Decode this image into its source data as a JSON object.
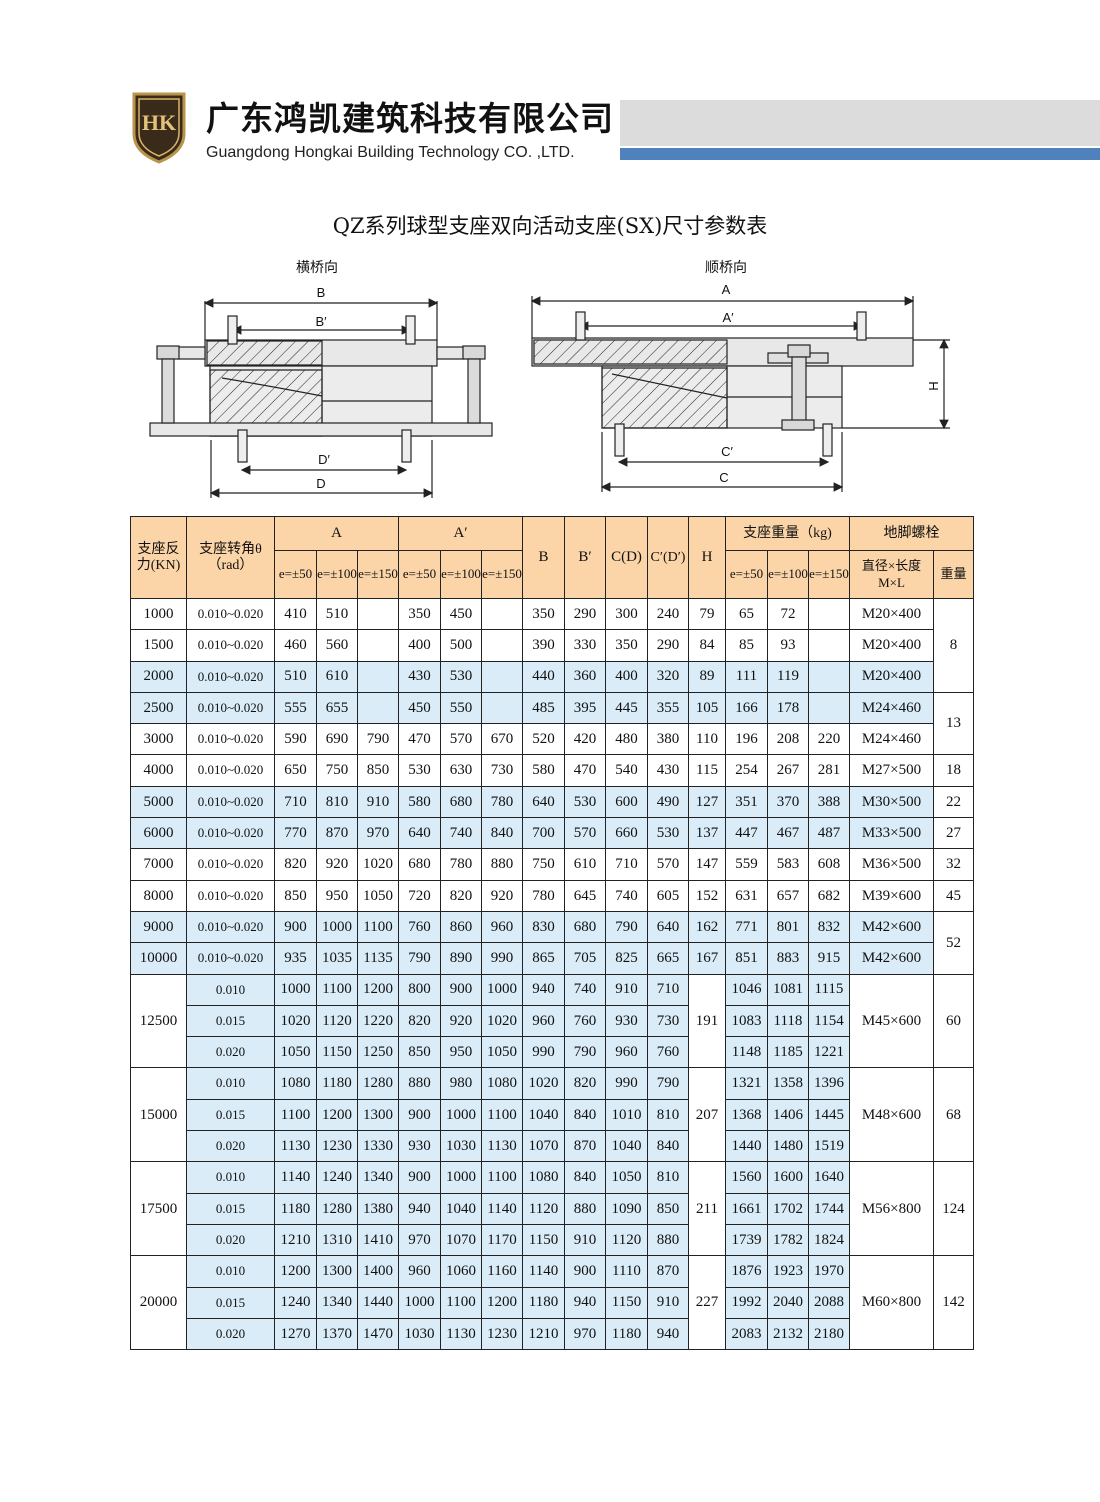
{
  "header": {
    "company_cn": "广东鸿凯建筑科技有限公司",
    "company_en": "Guangdong Hongkai Building Technology CO. ,LTD.",
    "logo_text": "HK",
    "colors": {
      "accent_blue": "#4f81bd",
      "header_gray": "#dcdcdc",
      "table_header": "#fbd4a7",
      "row_blue": "#d9ecf8"
    }
  },
  "title": "QZ系列球型支座双向活动支座(SX)尺寸参数表",
  "drawings": {
    "transverse_label": "横桥向",
    "longitudinal_label": "顺桥向",
    "dim_B": "B",
    "dim_Bp": "B′",
    "dim_Dp": "D′",
    "dim_D": "D",
    "dim_A": "A",
    "dim_Ap": "A′",
    "dim_H": "H",
    "dim_Cp": "C′",
    "dim_C": "C"
  },
  "table": {
    "headers": {
      "force": "支座反力(KN)",
      "rotation": "支座转角θ（rad）",
      "A": "A",
      "Ap": "A′",
      "B": "B",
      "Bp": "B′",
      "CD": "C(D)",
      "CpDp": "C′(D′)",
      "H": "H",
      "weight": "支座重量（kg)",
      "bolt": "地脚螺栓",
      "e50": "e=±50",
      "e100": "e=±100",
      "e150": "e=±150",
      "bolt_size": "直径×长度M×L",
      "bolt_weight": "重量"
    },
    "rows": [
      {
        "force": "1000",
        "rot": "0.010~0.020",
        "a": [
          "410",
          "510",
          ""
        ],
        "ap": [
          "350",
          "450",
          ""
        ],
        "b": "350",
        "bp": "290",
        "c": "300",
        "cp": "240",
        "h": "79",
        "w": [
          "65",
          "72",
          ""
        ],
        "bolt": "M20×400",
        "bw": "8"
      },
      {
        "force": "1500",
        "rot": "0.010~0.020",
        "a": [
          "460",
          "560",
          ""
        ],
        "ap": [
          "400",
          "500",
          ""
        ],
        "b": "390",
        "bp": "330",
        "c": "350",
        "cp": "290",
        "h": "84",
        "w": [
          "85",
          "93",
          ""
        ],
        "bolt": "M20×400",
        "bw": ""
      },
      {
        "force": "2000",
        "rot": "0.010~0.020",
        "a": [
          "510",
          "610",
          ""
        ],
        "ap": [
          "430",
          "530",
          ""
        ],
        "b": "440",
        "bp": "360",
        "c": "400",
        "cp": "320",
        "h": "89",
        "w": [
          "111",
          "119",
          ""
        ],
        "bolt": "M20×400",
        "bw": ""
      },
      {
        "force": "2500",
        "rot": "0.010~0.020",
        "a": [
          "555",
          "655",
          ""
        ],
        "ap": [
          "450",
          "550",
          ""
        ],
        "b": "485",
        "bp": "395",
        "c": "445",
        "cp": "355",
        "h": "105",
        "w": [
          "166",
          "178",
          ""
        ],
        "bolt": "M24×460",
        "bw": "13"
      },
      {
        "force": "3000",
        "rot": "0.010~0.020",
        "a": [
          "590",
          "690",
          "790"
        ],
        "ap": [
          "470",
          "570",
          "670"
        ],
        "b": "520",
        "bp": "420",
        "c": "480",
        "cp": "380",
        "h": "110",
        "w": [
          "196",
          "208",
          "220"
        ],
        "bolt": "M24×460",
        "bw": ""
      },
      {
        "force": "4000",
        "rot": "0.010~0.020",
        "a": [
          "650",
          "750",
          "850"
        ],
        "ap": [
          "530",
          "630",
          "730"
        ],
        "b": "580",
        "bp": "470",
        "c": "540",
        "cp": "430",
        "h": "115",
        "w": [
          "254",
          "267",
          "281"
        ],
        "bolt": "M27×500",
        "bw": "18"
      },
      {
        "force": "5000",
        "rot": "0.010~0.020",
        "a": [
          "710",
          "810",
          "910"
        ],
        "ap": [
          "580",
          "680",
          "780"
        ],
        "b": "640",
        "bp": "530",
        "c": "600",
        "cp": "490",
        "h": "127",
        "w": [
          "351",
          "370",
          "388"
        ],
        "bolt": "M30×500",
        "bw": "22"
      },
      {
        "force": "6000",
        "rot": "0.010~0.020",
        "a": [
          "770",
          "870",
          "970"
        ],
        "ap": [
          "640",
          "740",
          "840"
        ],
        "b": "700",
        "bp": "570",
        "c": "660",
        "cp": "530",
        "h": "137",
        "w": [
          "447",
          "467",
          "487"
        ],
        "bolt": "M33×500",
        "bw": "27"
      },
      {
        "force": "7000",
        "rot": "0.010~0.020",
        "a": [
          "820",
          "920",
          "1020"
        ],
        "ap": [
          "680",
          "780",
          "880"
        ],
        "b": "750",
        "bp": "610",
        "c": "710",
        "cp": "570",
        "h": "147",
        "w": [
          "559",
          "583",
          "608"
        ],
        "bolt": "M36×500",
        "bw": "32"
      },
      {
        "force": "8000",
        "rot": "0.010~0.020",
        "a": [
          "850",
          "950",
          "1050"
        ],
        "ap": [
          "720",
          "820",
          "920"
        ],
        "b": "780",
        "bp": "645",
        "c": "740",
        "cp": "605",
        "h": "152",
        "w": [
          "631",
          "657",
          "682"
        ],
        "bolt": "M39×600",
        "bw": "45"
      },
      {
        "force": "9000",
        "rot": "0.010~0.020",
        "a": [
          "900",
          "1000",
          "1100"
        ],
        "ap": [
          "760",
          "860",
          "960"
        ],
        "b": "830",
        "bp": "680",
        "c": "790",
        "cp": "640",
        "h": "162",
        "w": [
          "771",
          "801",
          "832"
        ],
        "bolt": "M42×600",
        "bw": "52"
      },
      {
        "force": "10000",
        "rot": "0.010~0.020",
        "a": [
          "935",
          "1035",
          "1135"
        ],
        "ap": [
          "790",
          "890",
          "990"
        ],
        "b": "865",
        "bp": "705",
        "c": "825",
        "cp": "665",
        "h": "167",
        "w": [
          "851",
          "883",
          "915"
        ],
        "bolt": "M42×600",
        "bw": ""
      },
      {
        "force": "12500",
        "rot": "0.010",
        "a": [
          "1000",
          "1100",
          "1200"
        ],
        "ap": [
          "800",
          "900",
          "1000"
        ],
        "b": "940",
        "bp": "740",
        "c": "910",
        "cp": "710",
        "h": "191",
        "w": [
          "1046",
          "1081",
          "1115"
        ],
        "bolt": "M45×600",
        "bw": "60"
      },
      {
        "force": "",
        "rot": "0.015",
        "a": [
          "1020",
          "1120",
          "1220"
        ],
        "ap": [
          "820",
          "920",
          "1020"
        ],
        "b": "960",
        "bp": "760",
        "c": "930",
        "cp": "730",
        "h": "",
        "w": [
          "1083",
          "1118",
          "1154"
        ],
        "bolt": "",
        "bw": ""
      },
      {
        "force": "",
        "rot": "0.020",
        "a": [
          "1050",
          "1150",
          "1250"
        ],
        "ap": [
          "850",
          "950",
          "1050"
        ],
        "b": "990",
        "bp": "790",
        "c": "960",
        "cp": "760",
        "h": "",
        "w": [
          "1148",
          "1185",
          "1221"
        ],
        "bolt": "",
        "bw": ""
      },
      {
        "force": "15000",
        "rot": "0.010",
        "a": [
          "1080",
          "1180",
          "1280"
        ],
        "ap": [
          "880",
          "980",
          "1080"
        ],
        "b": "1020",
        "bp": "820",
        "c": "990",
        "cp": "790",
        "h": "207",
        "w": [
          "1321",
          "1358",
          "1396"
        ],
        "bolt": "M48×600",
        "bw": "68"
      },
      {
        "force": "",
        "rot": "0.015",
        "a": [
          "1100",
          "1200",
          "1300"
        ],
        "ap": [
          "900",
          "1000",
          "1100"
        ],
        "b": "1040",
        "bp": "840",
        "c": "1010",
        "cp": "810",
        "h": "",
        "w": [
          "1368",
          "1406",
          "1445"
        ],
        "bolt": "",
        "bw": ""
      },
      {
        "force": "",
        "rot": "0.020",
        "a": [
          "1130",
          "1230",
          "1330"
        ],
        "ap": [
          "930",
          "1030",
          "1130"
        ],
        "b": "1070",
        "bp": "870",
        "c": "1040",
        "cp": "840",
        "h": "",
        "w": [
          "1440",
          "1480",
          "1519"
        ],
        "bolt": "",
        "bw": ""
      },
      {
        "force": "17500",
        "rot": "0.010",
        "a": [
          "1140",
          "1240",
          "1340"
        ],
        "ap": [
          "900",
          "1000",
          "1100"
        ],
        "b": "1080",
        "bp": "840",
        "c": "1050",
        "cp": "810",
        "h": "211",
        "w": [
          "1560",
          "1600",
          "1640"
        ],
        "bolt": "M56×800",
        "bw": "124"
      },
      {
        "force": "",
        "rot": "0.015",
        "a": [
          "1180",
          "1280",
          "1380"
        ],
        "ap": [
          "940",
          "1040",
          "1140"
        ],
        "b": "1120",
        "bp": "880",
        "c": "1090",
        "cp": "850",
        "h": "",
        "w": [
          "1661",
          "1702",
          "1744"
        ],
        "bolt": "",
        "bw": ""
      },
      {
        "force": "",
        "rot": "0.020",
        "a": [
          "1210",
          "1310",
          "1410"
        ],
        "ap": [
          "970",
          "1070",
          "1170"
        ],
        "b": "1150",
        "bp": "910",
        "c": "1120",
        "cp": "880",
        "h": "",
        "w": [
          "1739",
          "1782",
          "1824"
        ],
        "bolt": "",
        "bw": ""
      },
      {
        "force": "20000",
        "rot": "0.010",
        "a": [
          "1200",
          "1300",
          "1400"
        ],
        "ap": [
          "960",
          "1060",
          "1160"
        ],
        "b": "1140",
        "bp": "900",
        "c": "1110",
        "cp": "870",
        "h": "227",
        "w": [
          "1876",
          "1923",
          "1970"
        ],
        "bolt": "M60×800",
        "bw": "142"
      },
      {
        "force": "",
        "rot": "0.015",
        "a": [
          "1240",
          "1340",
          "1440"
        ],
        "ap": [
          "1000",
          "1100",
          "1200"
        ],
        "b": "1180",
        "bp": "940",
        "c": "1150",
        "cp": "910",
        "h": "",
        "w": [
          "1992",
          "2040",
          "2088"
        ],
        "bolt": "",
        "bw": ""
      },
      {
        "force": "",
        "rot": "0.020",
        "a": [
          "1270",
          "1370",
          "1470"
        ],
        "ap": [
          "1030",
          "1130",
          "1230"
        ],
        "b": "1210",
        "bp": "970",
        "c": "1180",
        "cp": "940",
        "h": "",
        "w": [
          "2083",
          "2132",
          "2180"
        ],
        "bolt": "",
        "bw": ""
      }
    ]
  }
}
